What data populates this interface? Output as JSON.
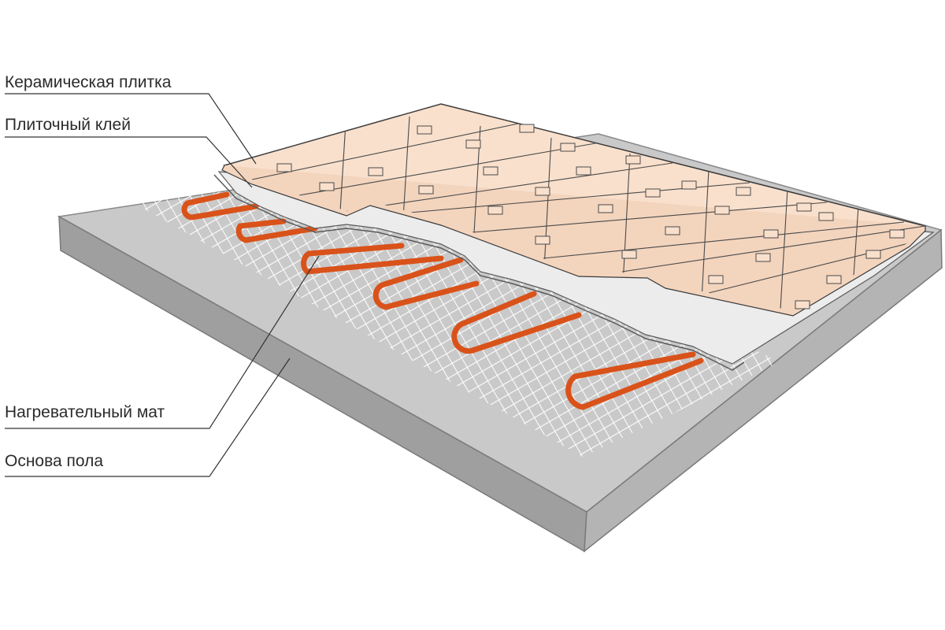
{
  "diagram": {
    "type": "layered floor cross-section",
    "labels": {
      "tile": "Керамическая плитка",
      "adhesive": "Плиточный клей",
      "heating_mat": "Нагревательный мат",
      "floor_base": "Основа пола"
    },
    "colors": {
      "slab_top": "#c9c9c9",
      "slab_front": "#9f9f9f",
      "slab_side": "#b4b4b4",
      "mesh": "#ffffff",
      "heating_cable": "#d9521a",
      "adhesive": "#ececec",
      "tile": "#f9e0cc",
      "tile_grout": "#4a4a4a",
      "leader_line": "#333333"
    }
  }
}
